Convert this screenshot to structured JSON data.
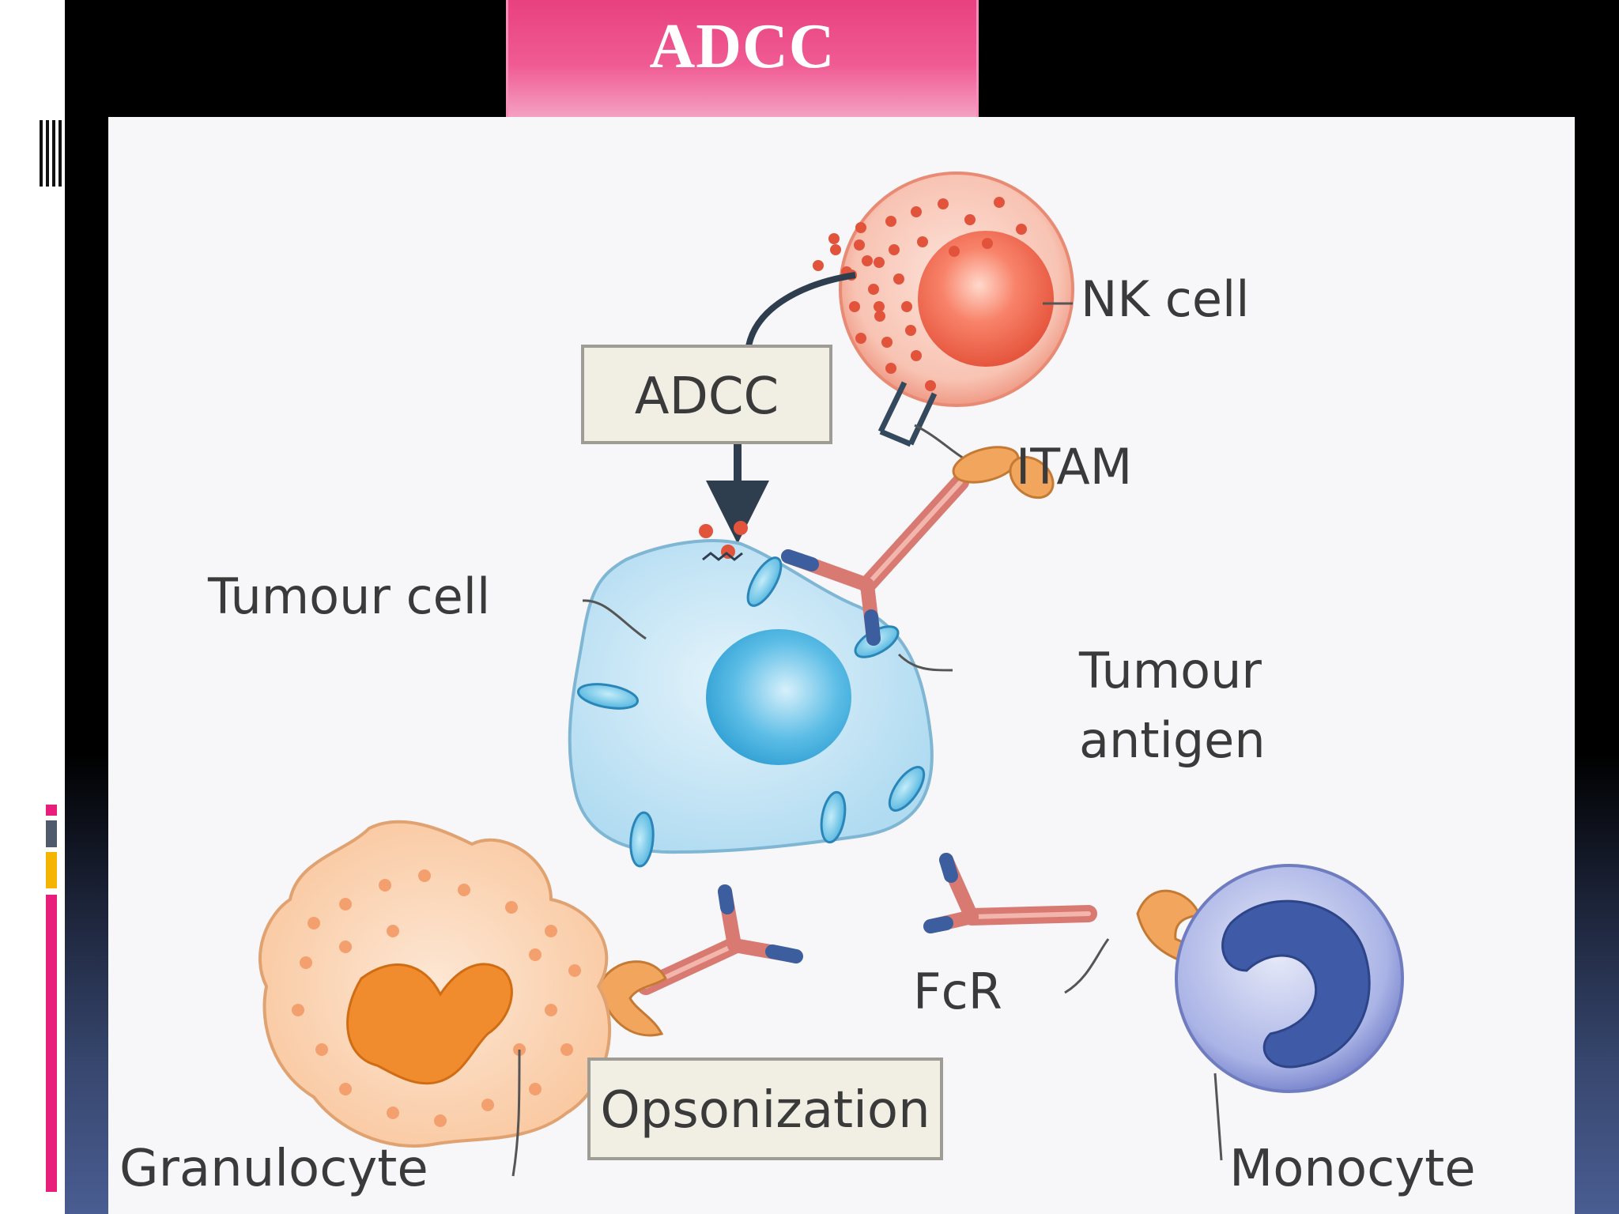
{
  "slide": {
    "title": "ADCC",
    "accent_colors": {
      "title_tab": "#ec4f88",
      "sidebar_pink": "#e91e7b",
      "sidebar_gray": "#4f5a6b",
      "sidebar_gold": "#f4b400"
    }
  },
  "diagram": {
    "labels": {
      "nk_cell": "NK cell",
      "itam": "ITAM",
      "tumour_cell": "Tumour cell",
      "tumour_antigen_line1": "Tumour",
      "tumour_antigen_line2": "antigen",
      "fcr": "FcR",
      "granulocyte": "Granulocyte",
      "monocyte": "Monocyte"
    },
    "boxes": {
      "adcc": "ADCC",
      "opsonization": "Opsonization"
    },
    "colors": {
      "nk_cell": "#f4a08c",
      "tumour_cell": "#a9d7ef",
      "granulocyte": "#f9c79a",
      "monocyte": "#9aa6e0",
      "antibody": "#d97a72",
      "receptor": "#f2a55c"
    }
  }
}
